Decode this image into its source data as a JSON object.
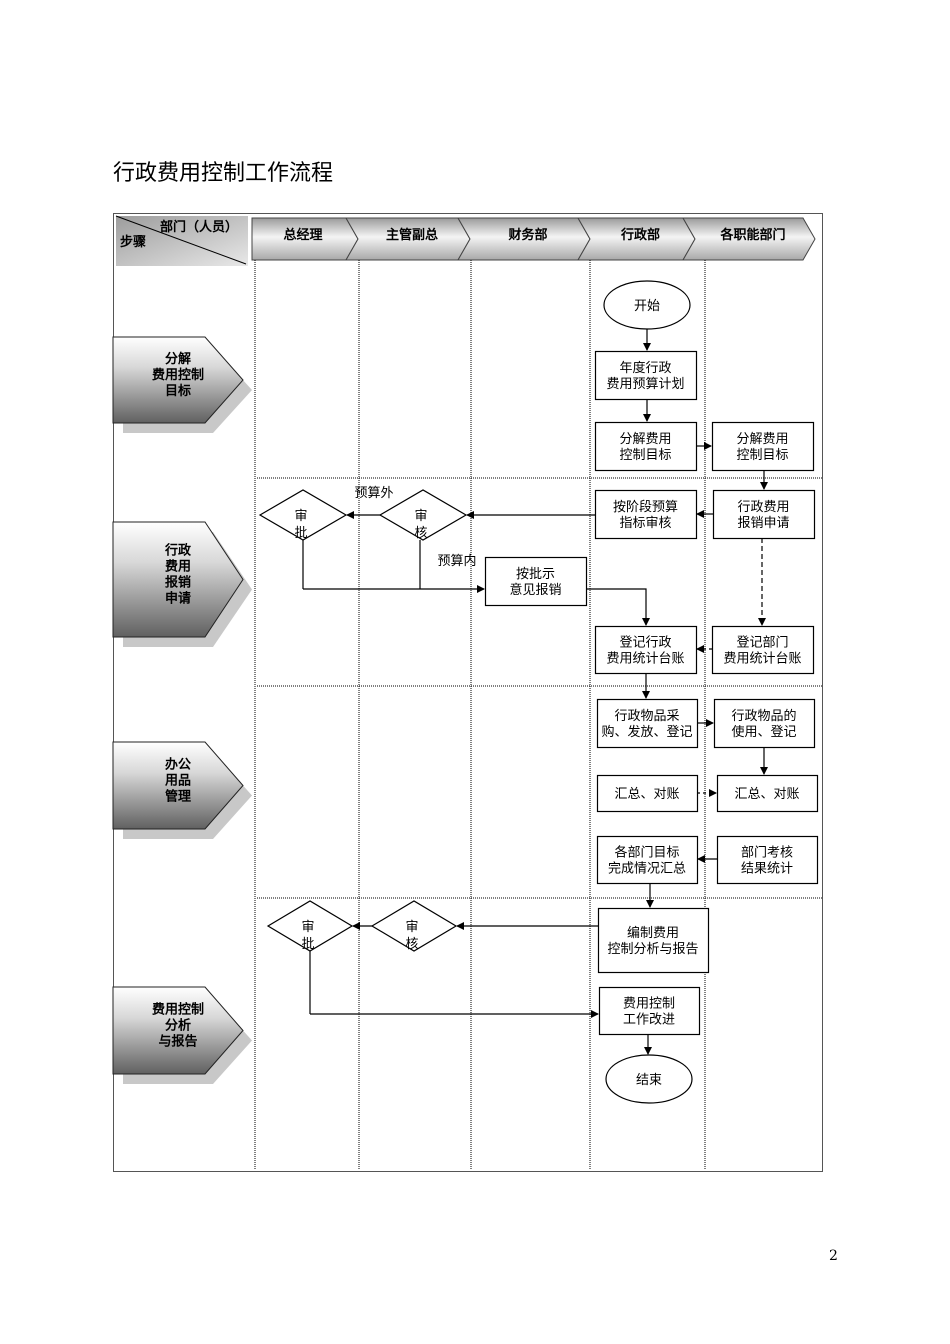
{
  "title": "行政费用控制工作流程",
  "page_number": "2",
  "header": {
    "corner_top": "部门（人员）",
    "corner_bottom": "步骤",
    "lanes": [
      "总经理",
      "主管副总",
      "财务部",
      "行政部",
      "各职能部门"
    ]
  },
  "steps": [
    [
      "分解",
      "费用控制",
      "目标"
    ],
    [
      "行政",
      "费用",
      "报销",
      "申请"
    ],
    [
      "办公",
      "用品",
      "管理"
    ],
    [
      "费用控制",
      "分析",
      "与报告"
    ]
  ],
  "nodes": {
    "start": "开始",
    "n1": [
      "年度行政",
      "费用预算计划"
    ],
    "n2": [
      "分解费用",
      "控制目标"
    ],
    "n3": [
      "分解费用",
      "控制目标"
    ],
    "n4": [
      "按阶段预算",
      "指标审核"
    ],
    "n5": [
      "行政费用",
      "报销申请"
    ],
    "d1": [
      "审",
      "批"
    ],
    "d2": [
      "审",
      "核"
    ],
    "label_out": "预算外",
    "label_in": "预算内",
    "n6": [
      "按批示",
      "意见报销"
    ],
    "n7": [
      "登记行政",
      "费用统计台账"
    ],
    "n8": [
      "登记部门",
      "费用统计台账"
    ],
    "n9": [
      "行政物品采",
      "购、发放、登记"
    ],
    "n10": [
      "行政物品的",
      "使用、登记"
    ],
    "n11": [
      "汇总、对账"
    ],
    "n12": [
      "汇总、对账"
    ],
    "n13": [
      "各部门目标",
      "完成情况汇总"
    ],
    "n14": [
      "部门考核",
      "结果统计"
    ],
    "n15": [
      "编制费用",
      "控制分析与报告"
    ],
    "d3": [
      "审",
      "批"
    ],
    "d4": [
      "审",
      "核"
    ],
    "n16": [
      "费用控制",
      "工作改进"
    ],
    "end": "结束"
  }
}
